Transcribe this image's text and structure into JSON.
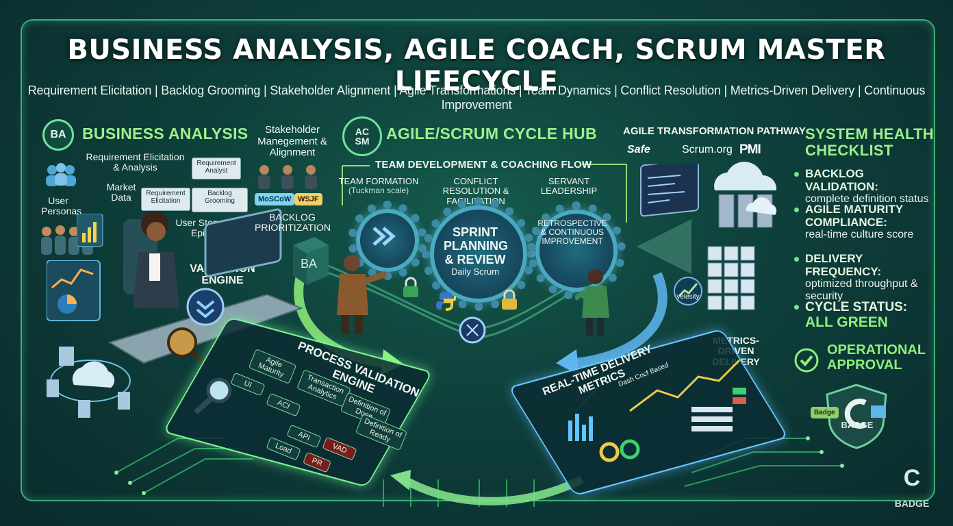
{
  "header": {
    "title": "BUSINESS ANALYSIS, AGILE COACH, SCRUM MASTER LIFECYCLE",
    "subtitle": "Requirement Elicitation | Backlog Grooming | Stakeholder Alignment | Agile Transformations | Team Dynamics | Conflict Resolution | Metrics-Driven Delivery | Continuous Improvement"
  },
  "ba": {
    "badge": "BA",
    "title": "BUSINESS ANALYSIS",
    "requirement": "Requirement Elicitation & Analysis",
    "market": "Market Data",
    "personas": "User Personas",
    "story": "User Story & Epics",
    "validation": "BA VALIDATION ENGINE",
    "cards": [
      "Requirement Analyst",
      "Requirement Elicitation",
      "Backlog Grooming"
    ],
    "cube": "BA"
  },
  "stakeholder": {
    "title": "Stakeholder Manegement & Alignment",
    "moscow": "MoSCoW",
    "wsjf": "WSJF",
    "prioritization": "BACKLOG PRIORITIZATION"
  },
  "hub": {
    "badge_top": "AC",
    "badge_bottom": "SM",
    "title": "AGILE/SCRUM CYCLE HUB",
    "flow": "TEAM DEVELOPMENT & COACHING FLOW",
    "formation": "TEAM FORMATION",
    "formation_sub": "(Tuckman scale)",
    "conflict": "CONFLICT RESOLUTION & FACILITATION",
    "servant": "SERVANT LEADERSHIP",
    "sprint": "SPRINT PLANNING & REVIEW",
    "daily": "Daily Scrum",
    "retro": "RETROSPECTIVE & CONTINUOUS IMPROVEMENT"
  },
  "pathway": {
    "title": "AGILE TRANSFORMATION PATHWAY",
    "logos": [
      "Safe",
      "Scrum.org",
      "PMI"
    ],
    "velocity": "velesity",
    "metrics": "METRICS-DRIVEN DELIVERY"
  },
  "panels": {
    "process": "PROCESS VALIDATION ENGINE",
    "process_chips": [
      "Agile Maturity",
      "Transaction Analytics",
      "Definition of Done",
      "UI",
      "ACI",
      "Definition of Ready",
      "API",
      "Load",
      "VAD",
      "PR"
    ],
    "metrics": "REAL-TIME DELIVERY METRICS",
    "metrics_sub": "Dash Cocf Based"
  },
  "checklist": {
    "title": "SYSTEM HEALTH CHECKLIST",
    "items": [
      {
        "head": "BACKLOG VALIDATION:",
        "body": "complete definition status"
      },
      {
        "head": "AGILE MATURITY COMPLIANCE:",
        "body": "real-time culture score"
      },
      {
        "head": "DELIVERY FREQUENCY:",
        "body": "optimized throughput & security"
      },
      {
        "head": "CYCLE STATUS:",
        "body": "ALL GREEN"
      }
    ],
    "approval": "OPERATIONAL APPROVAL",
    "shield_tag": "Badge",
    "shield_letter": "C",
    "shield_label": "BADGE"
  },
  "corner": {
    "letter": "C",
    "label": "BADGE"
  },
  "colors": {
    "accent_green": "#7df095",
    "accent_blue": "#6bc5ff",
    "title_green": "#9ef08c"
  }
}
